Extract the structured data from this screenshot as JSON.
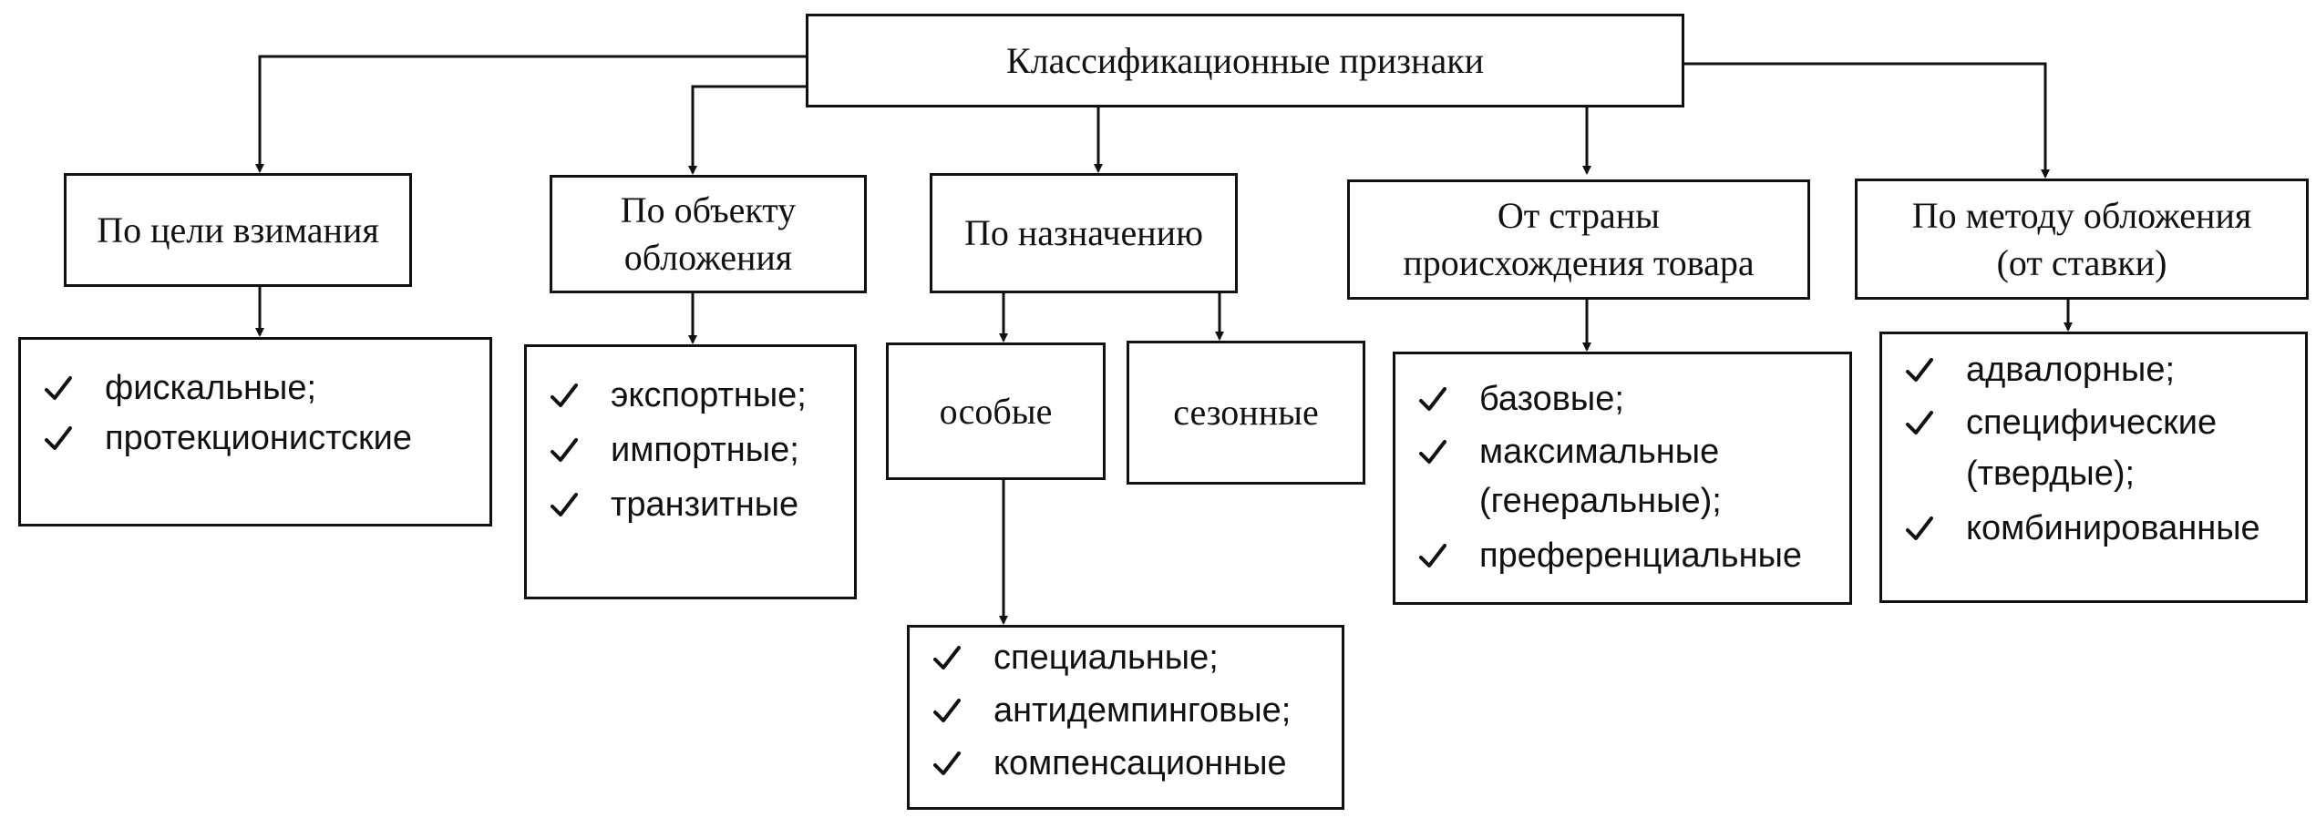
{
  "root": {
    "title": "Классификационные признаки"
  },
  "categories": [
    {
      "lines": [
        "По цели взимания"
      ]
    },
    {
      "lines": [
        "По объекту",
        "обложения"
      ]
    },
    {
      "lines": [
        "По назначению"
      ]
    },
    {
      "lines": [
        "От страны",
        "происхождения товара"
      ]
    },
    {
      "lines": [
        "По методу обложения",
        "(от ставки)"
      ]
    }
  ],
  "purpose_subtypes": {
    "special": "особые",
    "seasonal": "сезонные"
  },
  "lists": {
    "goal": {
      "items": [
        "фискальные;",
        "протекционистские"
      ]
    },
    "object": {
      "items": [
        "экспортные;",
        "импортные;",
        "транзитные"
      ]
    },
    "special": {
      "items": [
        "специальные;",
        "антидемпинговые;",
        "компенсационные"
      ]
    },
    "origin": {
      "items": [
        "базовые;",
        "максимальные",
        "(генеральные);",
        "преференциальные"
      ]
    },
    "method": {
      "items": [
        "адвалорные;",
        "специфические",
        "(твердые);",
        "комбинированные"
      ]
    }
  },
  "icons": {
    "check": "check-icon",
    "arrow": "arrow-down-icon"
  }
}
